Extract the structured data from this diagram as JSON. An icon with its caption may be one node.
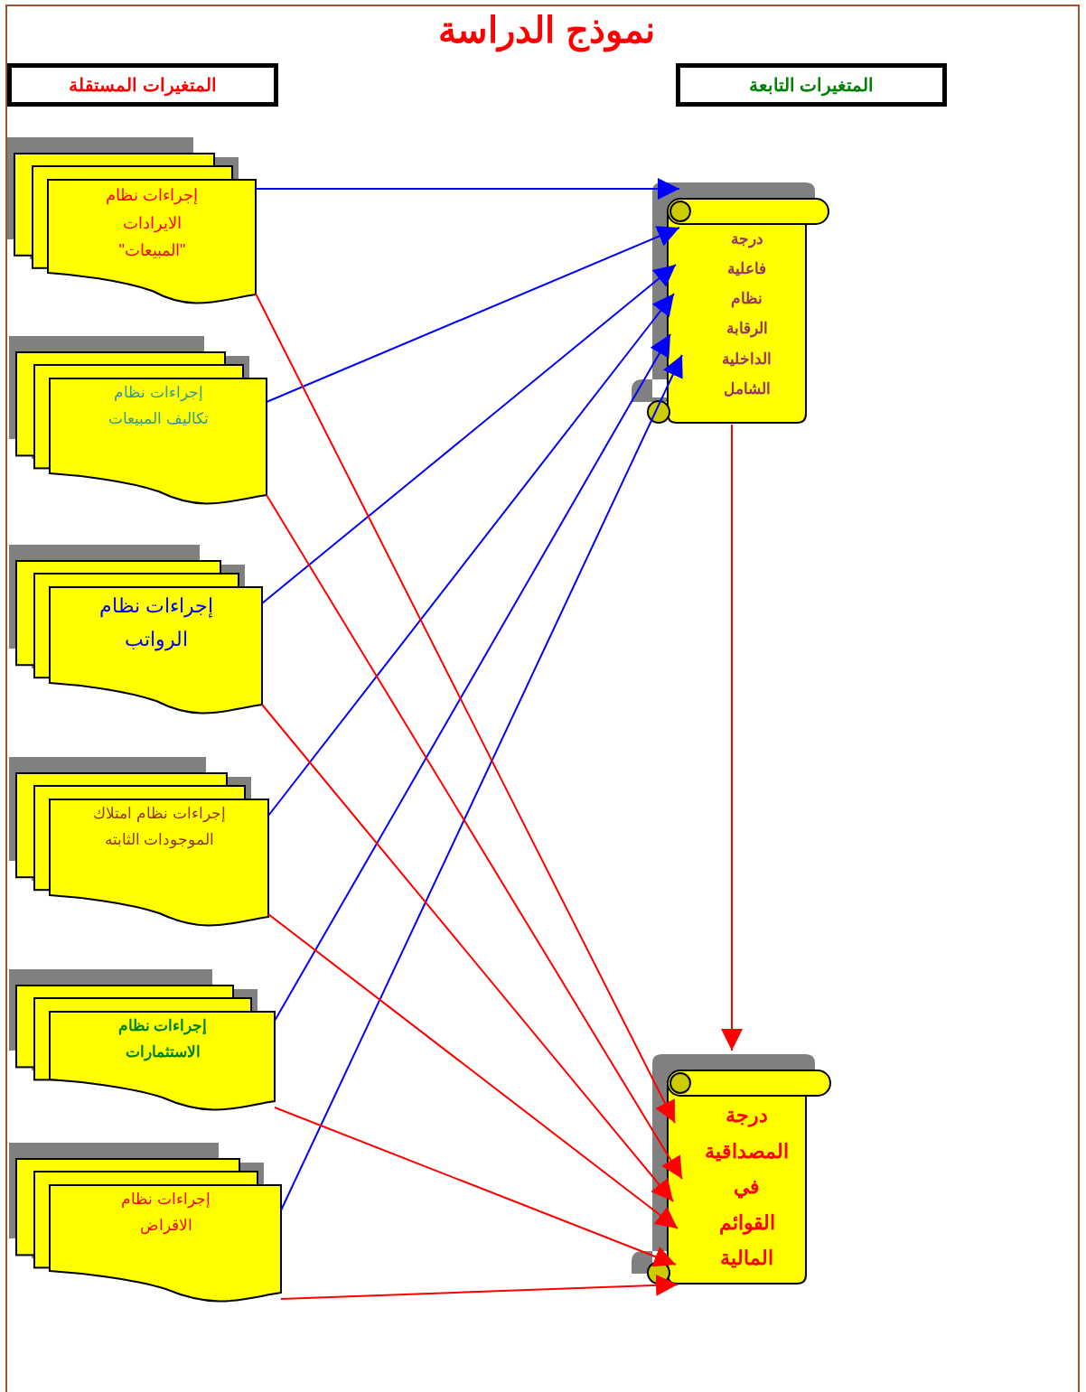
{
  "diagram": {
    "title": "نموذج الدراسة",
    "nodes": [
      {
        "text": [
          "المتغيرات المستقلة"
        ]
      },
      {
        "text": [
          "المتغيرات التابعة"
        ]
      },
      {
        "text": [
          "إجراءات نظام الايرادات \"المبيعات\""
        ]
      },
      {
        "text": [
          "إجراءات نظام تكاليف المبيعات"
        ]
      },
      {
        "text": [
          "إجراءات نظام الرواتب"
        ]
      },
      {
        "text": [
          "إجراءات نظام امتلاك الموجودات الثابته"
        ]
      },
      {
        "text": [
          "إجراءات نظام الاستثمارات"
        ]
      },
      {
        "text": [
          "إجراءات نظام الاقراض"
        ]
      },
      {
        "text": [
          "درجة فاعلية نظام الرقابة الداخلية الشامل"
        ]
      },
      {
        "text": [
          "درجة المصداقية في القوائم المالية"
        ]
      }
    ],
    "edges": [
      {
        "from": 2,
        "to": 8,
        "arrow": "to",
        "color": "#0000ff"
      },
      {
        "from": 3,
        "to": 8,
        "arrow": "to",
        "color": "#0000ff"
      },
      {
        "from": 4,
        "to": 8,
        "arrow": "to",
        "color": "#0000ff"
      },
      {
        "from": 5,
        "to": 8,
        "arrow": "to",
        "color": "#0000ff"
      },
      {
        "from": 6,
        "to": 8,
        "arrow": "to",
        "color": "#0000ff"
      },
      {
        "from": 7,
        "to": 8,
        "arrow": "to",
        "color": "#0000ff"
      },
      {
        "from": 2,
        "to": 9,
        "arrow": "to"
      },
      {
        "from": 3,
        "to": 9,
        "arrow": "to"
      },
      {
        "from": 4,
        "to": 9,
        "arrow": "to"
      },
      {
        "from": 5,
        "to": 9,
        "arrow": "to"
      },
      {
        "from": 6,
        "to": 9,
        "arrow": "to"
      },
      {
        "from": 7,
        "to": 9,
        "arrow": "to"
      },
      {
        "from": 8,
        "to": 9,
        "arrow": "to"
      }
    ]
  }
}
